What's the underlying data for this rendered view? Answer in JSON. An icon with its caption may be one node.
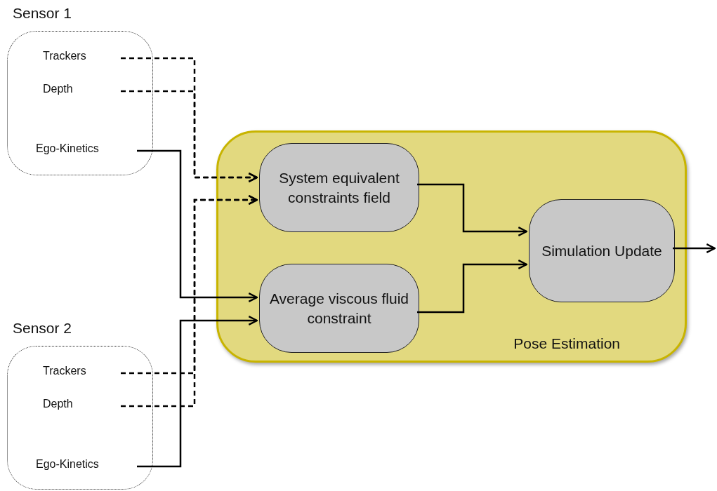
{
  "diagram": {
    "nodes": [
      {
        "text": [
          "Sensor 1"
        ]
      },
      {
        "text": [
          "Trackers"
        ],
        "in": 0
      },
      {
        "text": [
          "Depth"
        ],
        "in": 0
      },
      {
        "text": [
          "Ego-Kinetics"
        ],
        "in": 0
      },
      {
        "text": [
          "Sensor 2"
        ]
      },
      {
        "text": [
          "Trackers"
        ],
        "in": 4
      },
      {
        "text": [
          "Depth"
        ],
        "in": 4
      },
      {
        "text": [
          "Ego-Kinetics"
        ],
        "in": 4
      },
      {
        "text": [
          "Pose Estimation"
        ]
      },
      {
        "text": [
          "System equivalent constraints field"
        ],
        "in": 8
      },
      {
        "text": [
          "Average viscous fluid constraint"
        ],
        "in": 8
      },
      {
        "text": [
          "Simulation Update"
        ],
        "in": 8
      }
    ],
    "edges": [
      {
        "from": 1,
        "to": 9,
        "arrow": "to",
        "style": "dashed"
      },
      {
        "from": 2,
        "to": 9,
        "arrow": "to",
        "style": "dashed"
      },
      {
        "from": 5,
        "to": 9,
        "arrow": "to",
        "style": "dashed"
      },
      {
        "from": 6,
        "to": 9,
        "arrow": "to",
        "style": "dashed"
      },
      {
        "from": 3,
        "to": 10,
        "arrow": "to"
      },
      {
        "from": 7,
        "to": 10,
        "arrow": "to"
      },
      {
        "from": 9,
        "to": 11,
        "arrow": "to"
      },
      {
        "from": 10,
        "to": 11,
        "arrow": "to"
      },
      {
        "from": 11,
        "to": null,
        "arrow": "to"
      }
    ]
  }
}
